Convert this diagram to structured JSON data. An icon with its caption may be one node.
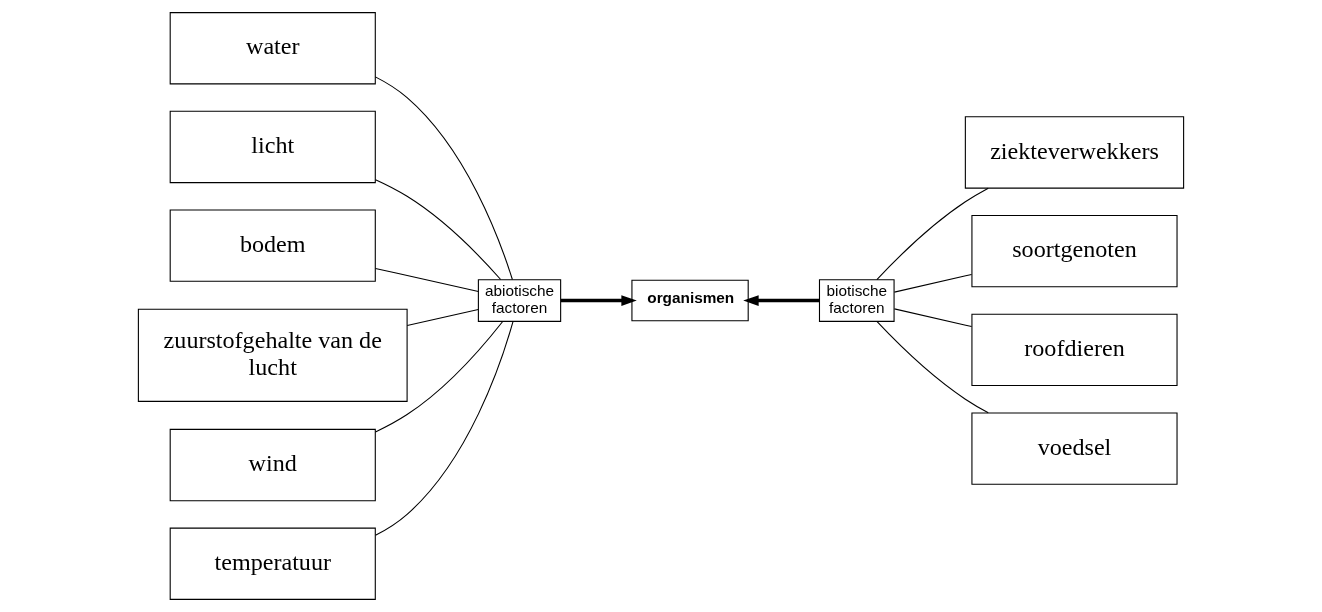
{
  "diagram": {
    "nodes": [
      {
        "text": [
          "water"
        ]
      },
      {
        "text": [
          "licht"
        ]
      },
      {
        "text": [
          "ziekteverwekkers"
        ]
      },
      {
        "text": [
          "bodem"
        ]
      },
      {
        "text": [
          "soortgenoten"
        ]
      },
      {
        "text": [
          "zuurstofgehalte van de lucht"
        ]
      },
      {
        "text": [
          "abiotische factoren"
        ]
      },
      {
        "text": [
          "organismen"
        ]
      },
      {
        "text": [
          "biotische factoren"
        ]
      },
      {
        "text": [
          "roofdieren"
        ]
      },
      {
        "text": [
          "wind"
        ]
      },
      {
        "text": [
          "voedsel"
        ]
      },
      {
        "text": [
          "temperatuur"
        ]
      }
    ],
    "edges": [
      {
        "from": 0,
        "to": 6,
        "arrow": "none"
      },
      {
        "from": 1,
        "to": 6,
        "arrow": "none"
      },
      {
        "from": 3,
        "to": 6,
        "arrow": "none"
      },
      {
        "from": 5,
        "to": 6,
        "arrow": "none"
      },
      {
        "from": 10,
        "to": 6,
        "arrow": "none"
      },
      {
        "from": 12,
        "to": 6,
        "arrow": "none"
      },
      {
        "from": 2,
        "to": 8,
        "arrow": "none"
      },
      {
        "from": 4,
        "to": 8,
        "arrow": "none"
      },
      {
        "from": 9,
        "to": 8,
        "arrow": "none"
      },
      {
        "from": 11,
        "to": 8,
        "arrow": "none"
      },
      {
        "from": 6,
        "to": 7,
        "arrow": "to",
        "style": "thick"
      },
      {
        "from": 8,
        "to": 7,
        "arrow": "to",
        "style": "thick"
      }
    ]
  }
}
